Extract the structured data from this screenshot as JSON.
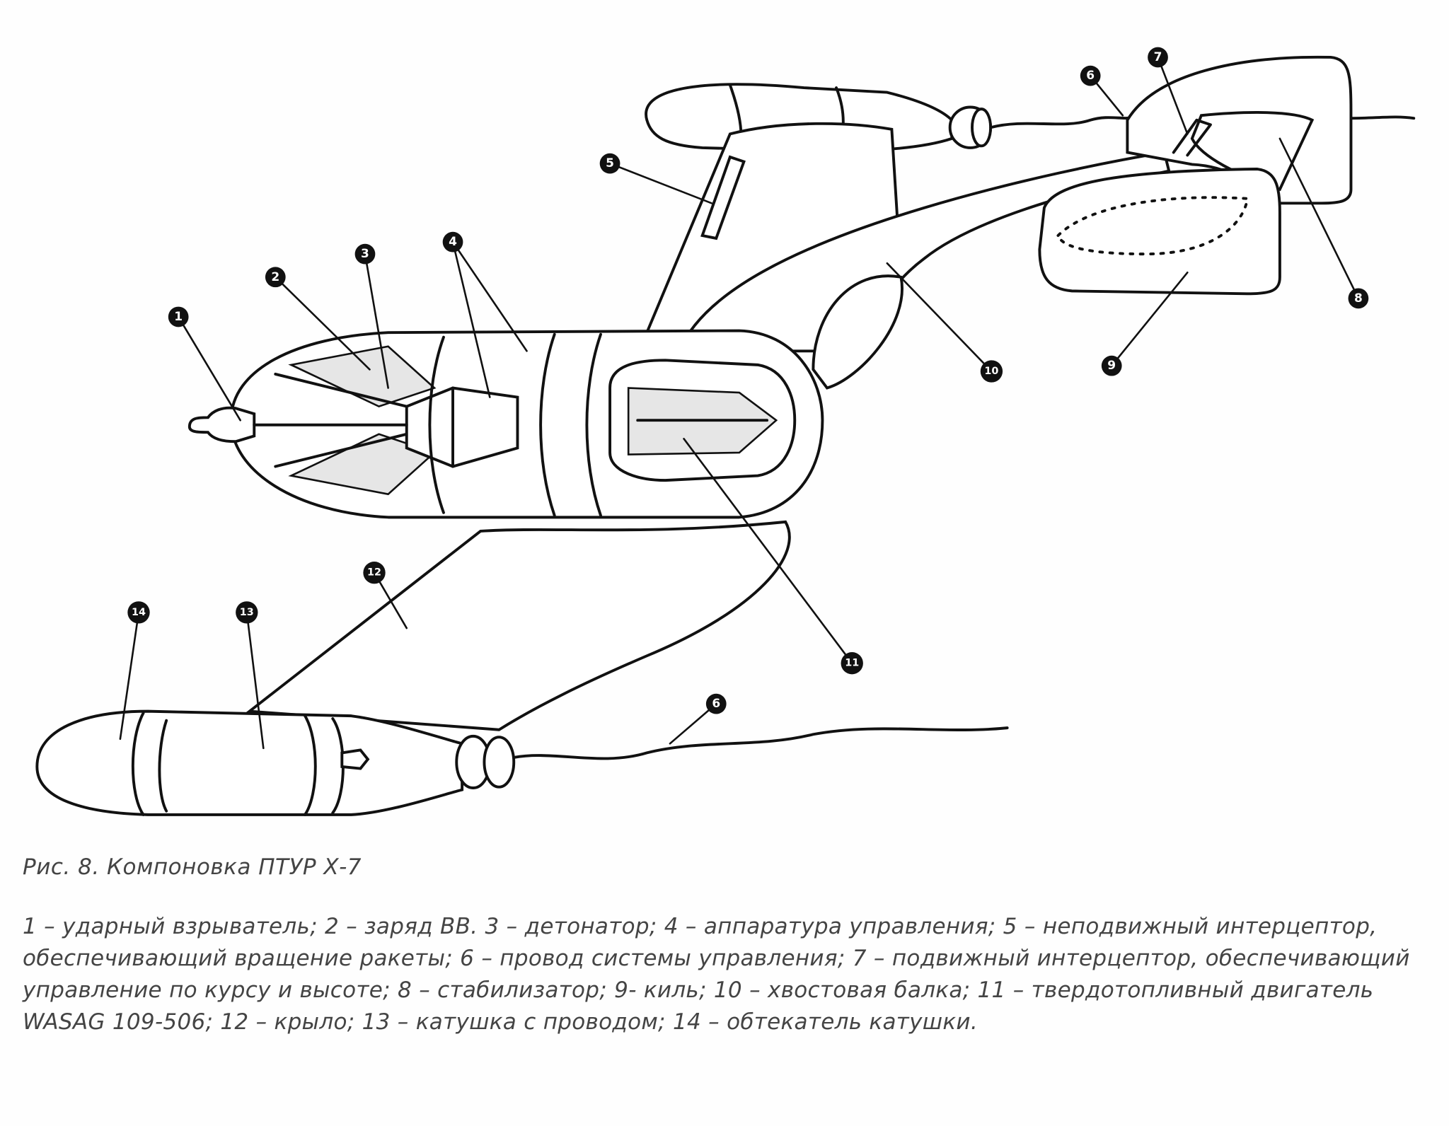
{
  "figure": {
    "title": "Рис. 8. Компоновка ПТУР Х-7",
    "legend_text": "1 – ударный взрыватель; 2 – заряд ВВ. 3 – детонатор; 4 – аппаратура управления; 5 – неподвижный интерцептор, обеспечивающий вращение ракеты; 6 – провод системы управления; 7 – подвижный интерцептор, обеспечивающий управление по курсу и высоте; 8 – стабилизатор; 9- киль; 10 – хвостовая балка; 11 – твердотопливный двигатель WASAG 109-506; 12 – крыло; 13 – катушка с проводом; 14 – обтекатель катушки."
  },
  "markers": [
    "1",
    "2",
    "3",
    "4",
    "5",
    "6",
    "7",
    "8",
    "9",
    "10",
    "11",
    "12",
    "13",
    "14",
    "6"
  ]
}
